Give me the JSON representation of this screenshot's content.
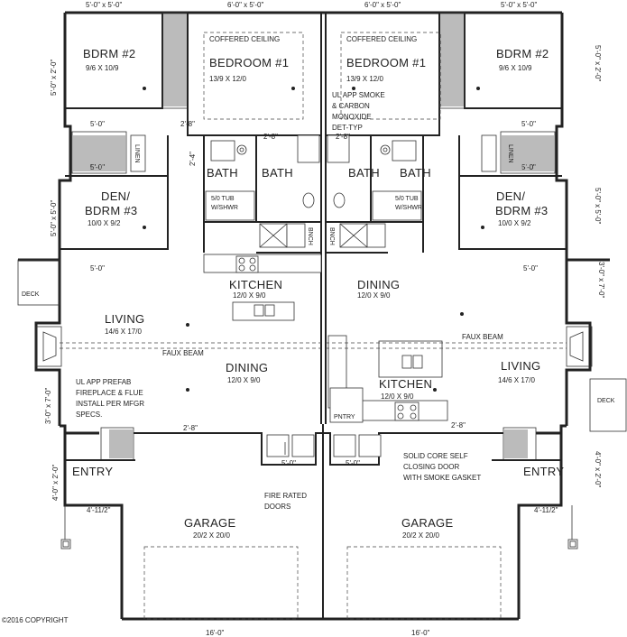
{
  "top_dims": {
    "l1": "5'-0\" x 5'-0\"",
    "l2": "6'-0\" x 5'-0\"",
    "r2": "6'-0\" x 5'-0\"",
    "r1": "5'-0\" x 5'-0\""
  },
  "bottom_dims": {
    "left": "16'-0\"",
    "right": "16'-0\""
  },
  "side_dims": {
    "top": "5'-0\" x 2'-0\"",
    "mid": "5'-0\" x 5'-0\"",
    "deckwin": "3'-0\" x 7'-0\"",
    "low": "5'-0\" x 2'-0\"",
    "entry": "4'-0\" x 2'-0\""
  },
  "left": {
    "bdrm2": {
      "name": "BDRM #2",
      "size": "9/6 X 10/9"
    },
    "bedroom1": {
      "ceiling": "COFFERED CEILING",
      "name": "BEDROOM #1",
      "size": "13/9 X 12/0"
    },
    "den": {
      "name1": "DEN/",
      "name2": "BDRM #3",
      "size": "10/0 X 9/2"
    },
    "bath1": "BATH",
    "bath2": "BATH",
    "tub": "5/0 TUB",
    "tub2": "W/SHWR",
    "linen": "LINEN",
    "bnch": "BNCH",
    "kitchen": {
      "name": "KITCHEN",
      "size": "12/0 X 9/0"
    },
    "living": {
      "name": "LIVING",
      "size": "14/6 X 17/0"
    },
    "dining": {
      "name": "DINING",
      "size": "12/0 X 9/0"
    },
    "faux": "FAUX BEAM",
    "deck": "DECK",
    "fire": [
      "UL APP PREFAB",
      "FIREPLACE & FLUE",
      "INSTALL PER MFGR",
      "SPECS."
    ],
    "entry": "ENTRY",
    "garage": {
      "name": "GARAGE",
      "size": "20/2 X 20/0"
    },
    "fire_doors": [
      "FIRE RATED",
      "DOORS"
    ],
    "d50": "5'-0\"",
    "d28": "2'-8\"",
    "d24": "2'-4\"",
    "d40": "4'-0\"",
    "d411": "4'-11/2\""
  },
  "right": {
    "bdrm2": {
      "name": "BDRM #2",
      "size": "9/6 X 10/9"
    },
    "bedroom1": {
      "ceiling": "COFFERED CEILING",
      "name": "BEDROOM #1",
      "size": "13/9 X 12/0"
    },
    "smoke": [
      "UL APP SMOKE",
      "& CARBON",
      "MONOXIDE",
      "DET-TYP"
    ],
    "den": {
      "name1": "DEN/",
      "name2": "BDRM #3",
      "size": "10/0 X 9/2"
    },
    "bath1": "BATH",
    "bath2": "BATH",
    "tub": "5/0 TUB",
    "tub2": "W/SHWR",
    "linen": "LINEN",
    "bnch": "BNCH",
    "dining": {
      "name": "DINING",
      "size": "12/0 X 9/0"
    },
    "faux": "FAUX BEAM",
    "kitchen": {
      "name": "KITCHEN",
      "size": "12/0 X 9/0"
    },
    "living": {
      "name": "LIVING",
      "size": "14/6 X 17/0"
    },
    "pntry": "PNTRY",
    "deck": "DECK",
    "entry": "ENTRY",
    "solid": [
      "SOLID CORE SELF",
      "CLOSING DOOR",
      "WITH SMOKE GASKET"
    ],
    "garage": {
      "name": "GARAGE",
      "size": "20/2 X 20/0"
    }
  },
  "copyright": "©2016 COPYRIGHT"
}
